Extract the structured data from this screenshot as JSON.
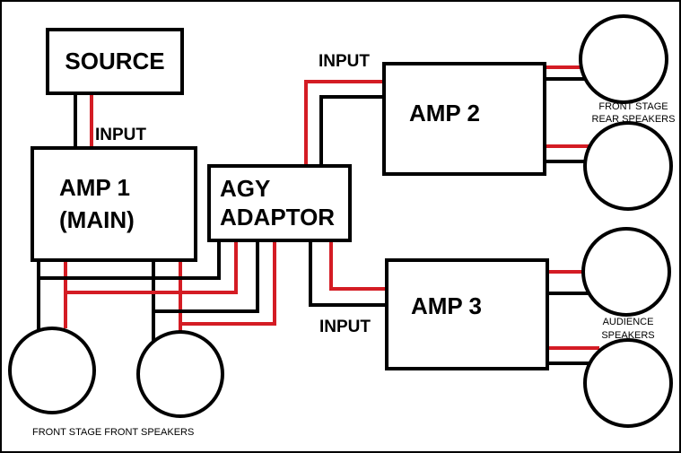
{
  "diagram": {
    "source": {
      "label": "SOURCE"
    },
    "amp1": {
      "line1": "AMP 1",
      "line2": "(MAIN)"
    },
    "adaptor": {
      "line1": "AGY",
      "line2": "ADAPTOR"
    },
    "amp2": {
      "label": "AMP 2"
    },
    "amp3": {
      "label": "AMP 3"
    },
    "input_labels": {
      "amp1": "INPUT",
      "amp2": "INPUT",
      "amp3": "INPUT"
    },
    "speaker_labels": {
      "front_front": "FRONT STAGE FRONT SPEAKERS",
      "front_rear_line1": "FRONT STAGE",
      "front_rear_line2": "REAR SPEAKERS",
      "audience_line1": "AUDIENCE",
      "audience_line2": "SPEAKERS"
    },
    "colors": {
      "signal_wire": "#d41c24",
      "ground_wire": "#000000"
    }
  }
}
